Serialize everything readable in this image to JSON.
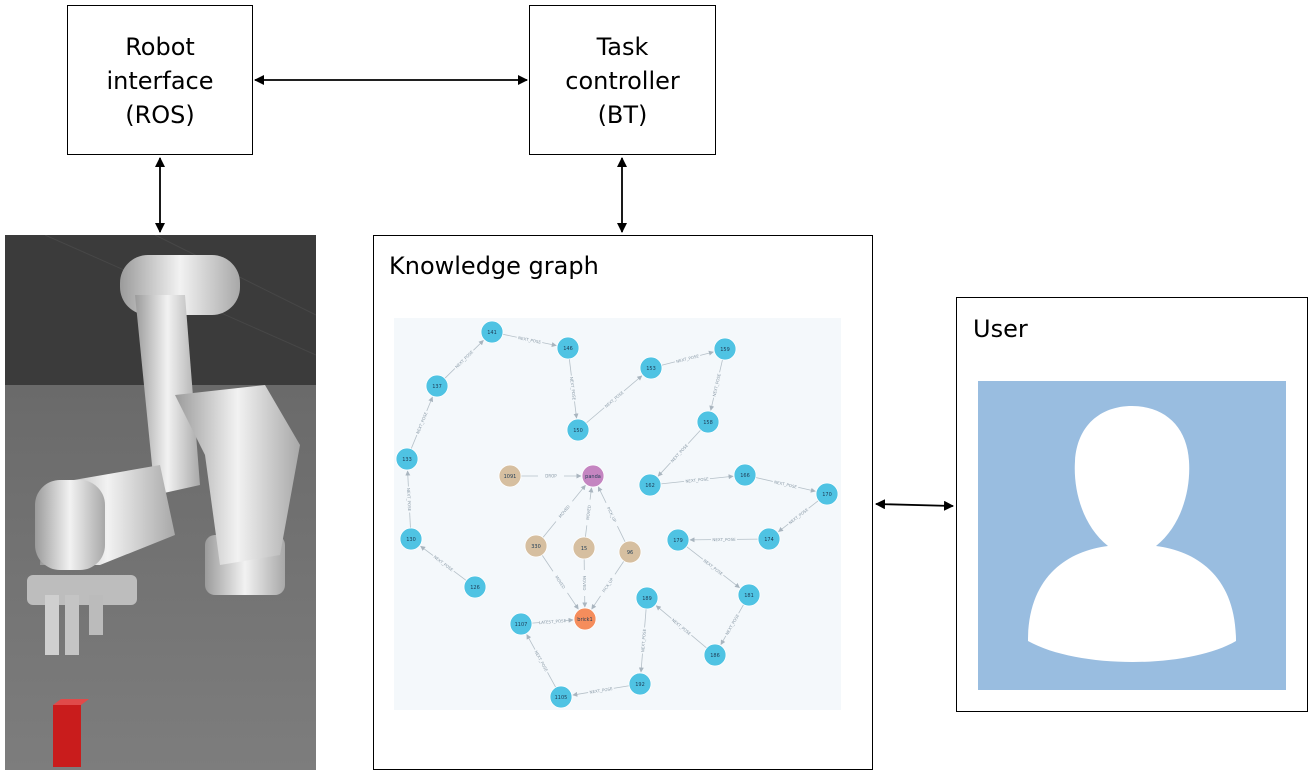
{
  "boxes": {
    "robot_interface": {
      "line1": "Robot",
      "line2": "interface",
      "line3": "(ROS)"
    },
    "task_controller": {
      "line1": "Task",
      "line2": "controller",
      "line3": "(BT)"
    }
  },
  "panels": {
    "knowledge_graph_title": "Knowledge graph",
    "user_title": "User"
  },
  "graph": {
    "nodes": [
      {
        "id": "n141",
        "label": "141",
        "color": "#4fc3e3"
      },
      {
        "id": "n146",
        "label": "146",
        "color": "#4fc3e3"
      },
      {
        "id": "n137",
        "label": "137",
        "color": "#4fc3e3"
      },
      {
        "id": "n150",
        "label": "150",
        "color": "#4fc3e3"
      },
      {
        "id": "n153",
        "label": "153",
        "color": "#4fc3e3"
      },
      {
        "id": "n159",
        "label": "159",
        "color": "#4fc3e3"
      },
      {
        "id": "n158",
        "label": "158",
        "color": "#4fc3e3"
      },
      {
        "id": "n133",
        "label": "133",
        "color": "#4fc3e3"
      },
      {
        "id": "n1091",
        "label": "1091",
        "color": "#d6bfa0"
      },
      {
        "id": "nhands",
        "label": "panda",
        "color": "#c485c1"
      },
      {
        "id": "n162",
        "label": "162",
        "color": "#4fc3e3"
      },
      {
        "id": "n166",
        "label": "166",
        "color": "#4fc3e3"
      },
      {
        "id": "n170",
        "label": "170",
        "color": "#4fc3e3"
      },
      {
        "id": "n130",
        "label": "130",
        "color": "#4fc3e3"
      },
      {
        "id": "n330",
        "label": "330",
        "color": "#d6bfa0"
      },
      {
        "id": "n15",
        "label": "15",
        "color": "#d6bfa0"
      },
      {
        "id": "n96",
        "label": "96",
        "color": "#d6bfa0"
      },
      {
        "id": "n179",
        "label": "179",
        "color": "#4fc3e3"
      },
      {
        "id": "n174",
        "label": "174",
        "color": "#4fc3e3"
      },
      {
        "id": "n126",
        "label": "126",
        "color": "#4fc3e3"
      },
      {
        "id": "n189",
        "label": "189",
        "color": "#4fc3e3"
      },
      {
        "id": "n181",
        "label": "181",
        "color": "#4fc3e3"
      },
      {
        "id": "n1107",
        "label": "1107",
        "color": "#4fc3e3"
      },
      {
        "id": "nbrick",
        "label": "brick1",
        "color": "#f58d5c"
      },
      {
        "id": "n186",
        "label": "186",
        "color": "#4fc3e3"
      },
      {
        "id": "n192",
        "label": "192",
        "color": "#4fc3e3"
      },
      {
        "id": "n1105",
        "label": "1105",
        "color": "#4fc3e3"
      }
    ],
    "edges": [
      {
        "from": "n137",
        "to": "n141",
        "label": "NEXT_POSE"
      },
      {
        "from": "n141",
        "to": "n146",
        "label": "NEXT_POSE"
      },
      {
        "from": "n146",
        "to": "n150",
        "label": "NEXT_POSE"
      },
      {
        "from": "n150",
        "to": "n153",
        "label": "NEXT_POSE"
      },
      {
        "from": "n153",
        "to": "n159",
        "label": "NEXT_POSE"
      },
      {
        "from": "n159",
        "to": "n158",
        "label": "NEXT_POSE"
      },
      {
        "from": "n158",
        "to": "n162",
        "label": "NEXT_POSE"
      },
      {
        "from": "n162",
        "to": "n166",
        "label": "NEXT_POSE"
      },
      {
        "from": "n166",
        "to": "n170",
        "label": "NEXT_POSE"
      },
      {
        "from": "n170",
        "to": "n174",
        "label": "NEXT_POSE"
      },
      {
        "from": "n174",
        "to": "n179",
        "label": "NEXT_POSE"
      },
      {
        "from": "n179",
        "to": "n181",
        "label": "NEXT_POSE"
      },
      {
        "from": "n181",
        "to": "n186",
        "label": "NEXT_POSE"
      },
      {
        "from": "n186",
        "to": "n189",
        "label": "NEXT_POSE"
      },
      {
        "from": "n189",
        "to": "n192",
        "label": "NEXT_POSE"
      },
      {
        "from": "n192",
        "to": "n1105",
        "label": "NEXT_POSE"
      },
      {
        "from": "n1105",
        "to": "n1107",
        "label": "NEXT_POSE"
      },
      {
        "from": "n1107",
        "to": "nbrick",
        "label": "LATEST_POSE"
      },
      {
        "from": "n133",
        "to": "n137",
        "label": "NEXT_POSE"
      },
      {
        "from": "n130",
        "to": "n133",
        "label": "NEXT_POSE"
      },
      {
        "from": "n126",
        "to": "n130",
        "label": "NEXT_POSE"
      },
      {
        "from": "n1091",
        "to": "nhands",
        "label": "DROP"
      },
      {
        "from": "n330",
        "to": "nhands",
        "label": "MOVED"
      },
      {
        "from": "n15",
        "to": "nhands",
        "label": "MOVED"
      },
      {
        "from": "n96",
        "to": "nhands",
        "label": "PICK_UP"
      },
      {
        "from": "n330",
        "to": "nbrick",
        "label": "MOVED"
      },
      {
        "from": "n15",
        "to": "nbrick",
        "label": "MOVED"
      },
      {
        "from": "n96",
        "to": "nbrick",
        "label": "PICK_UP"
      }
    ]
  }
}
